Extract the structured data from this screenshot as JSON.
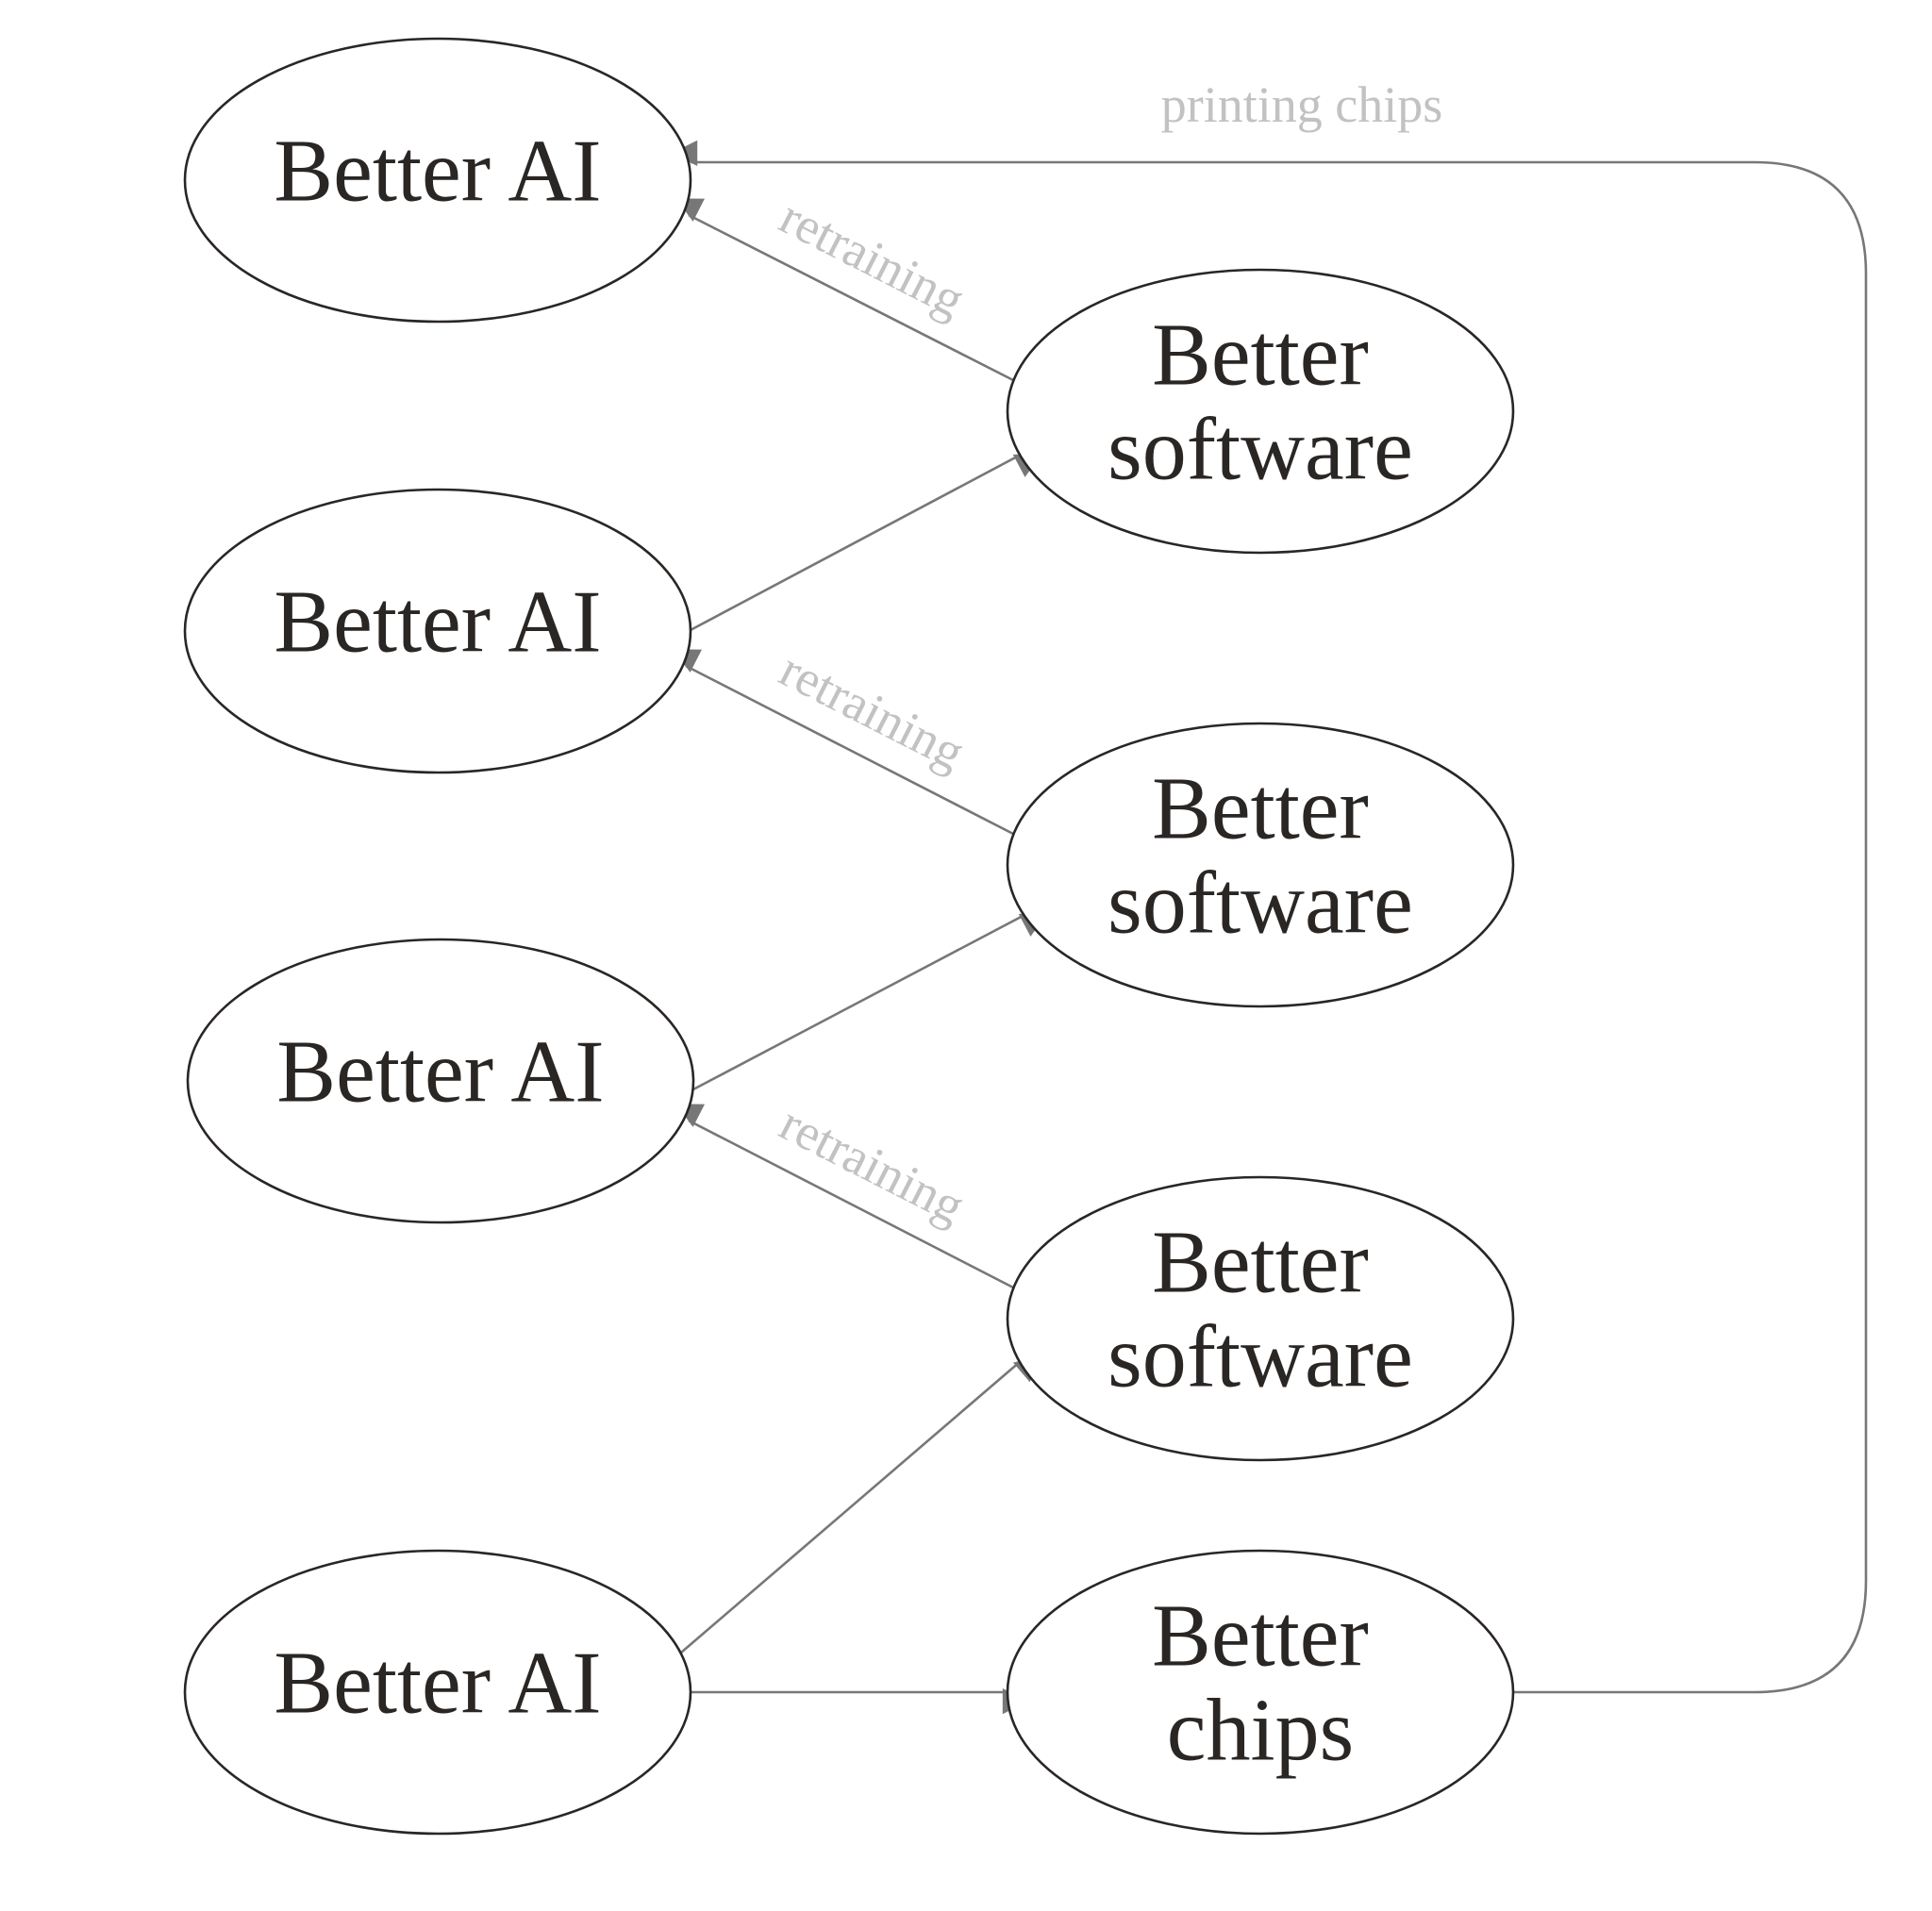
{
  "nodes": [
    {
      "id": "ai-1",
      "label": [
        "Better AI"
      ]
    },
    {
      "id": "sw-1",
      "label": [
        "Better",
        "software"
      ]
    },
    {
      "id": "ai-2",
      "label": [
        "Better AI"
      ]
    },
    {
      "id": "sw-2",
      "label": [
        "Better",
        "software"
      ]
    },
    {
      "id": "ai-3",
      "label": [
        "Better AI"
      ]
    },
    {
      "id": "sw-3",
      "label": [
        "Better",
        "software"
      ]
    },
    {
      "id": "ai-4",
      "label": [
        "Better AI"
      ]
    },
    {
      "id": "chips",
      "label": [
        "Better",
        "chips"
      ]
    }
  ],
  "edges": [
    {
      "from": "sw-1",
      "to": "ai-1",
      "label": "retraining"
    },
    {
      "from": "ai-2",
      "to": "sw-1",
      "label": ""
    },
    {
      "from": "sw-2",
      "to": "ai-2",
      "label": "retraining"
    },
    {
      "from": "ai-3",
      "to": "sw-2",
      "label": ""
    },
    {
      "from": "sw-3",
      "to": "ai-3",
      "label": "retraining"
    },
    {
      "from": "ai-4",
      "to": "sw-3",
      "label": ""
    },
    {
      "from": "ai-4",
      "to": "chips",
      "label": ""
    },
    {
      "from": "chips",
      "to": "ai-1",
      "label": "printing chips"
    }
  ],
  "colors": {
    "node_stroke": "#2a2624",
    "node_text": "#2a2624",
    "edge": "#777777",
    "edge_label": "#c2c2c2",
    "background": "#ffffff"
  }
}
